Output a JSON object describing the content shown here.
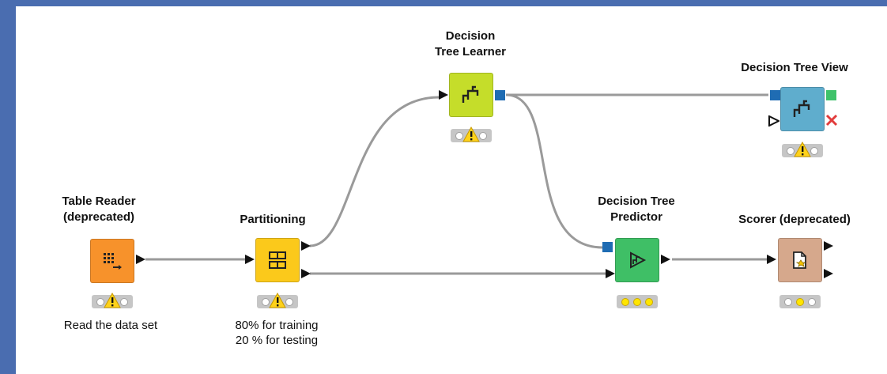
{
  "nodes": {
    "table_reader": {
      "title": "Table Reader\n(deprecated)",
      "note": "Read the data set",
      "color": "#f7922b",
      "icon": "table-read-icon"
    },
    "partitioning": {
      "title": "Partitioning",
      "note": "80% for training\n20 % for testing",
      "color": "#fbc91b",
      "icon": "partition-icon"
    },
    "dt_learner": {
      "title": "Decision\nTree Learner",
      "note": "",
      "color": "#c5dd2a",
      "icon": "decision-tree-icon"
    },
    "dt_view": {
      "title": "Decision Tree View",
      "note": "",
      "color": "#5fadcd",
      "icon": "decision-tree-icon"
    },
    "dt_predictor": {
      "title": "Decision Tree\nPredictor",
      "note": "",
      "color": "#3fbf66",
      "icon": "predictor-icon"
    },
    "scorer": {
      "title": "Scorer (deprecated)",
      "note": "",
      "color": "#d6a88c",
      "icon": "scorer-icon"
    }
  },
  "colors": {
    "frame": "#4a6db0",
    "wire": "#9a9a9a",
    "model_port": "#1f6cb3",
    "image_port": "#3fc26a",
    "inactive_port": "#e23c3c"
  }
}
